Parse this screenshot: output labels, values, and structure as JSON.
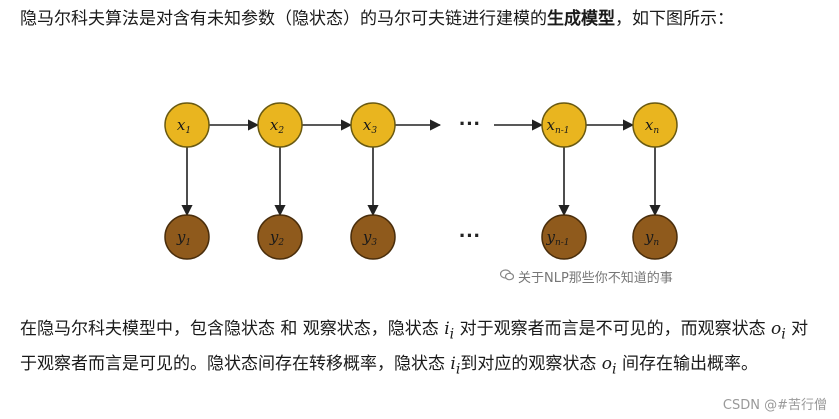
{
  "intro": {
    "before": "隐马尔科夫算法是对含有未知参数（隐状态）的马尔可夫链进行建模的",
    "bold": "生成模型",
    "after": "，如下图所示："
  },
  "diagram": {
    "hidden_nodes": [
      {
        "base": "x",
        "sub": "1"
      },
      {
        "base": "x",
        "sub": "2"
      },
      {
        "base": "x",
        "sub": "3"
      },
      {
        "base": "x",
        "sub": "n-1"
      },
      {
        "base": "x",
        "sub": "n"
      }
    ],
    "observed_nodes": [
      {
        "base": "y",
        "sub": "1"
      },
      {
        "base": "y",
        "sub": "2"
      },
      {
        "base": "y",
        "sub": "3"
      },
      {
        "base": "y",
        "sub": "n-1"
      },
      {
        "base": "y",
        "sub": "n"
      }
    ],
    "ellipsis": "···",
    "watermark": "关于NLP那些你不知道的事",
    "colors": {
      "hidden": "#e9b51f",
      "observed": "#8f5a1c"
    }
  },
  "body": {
    "s1": "在隐马尔科夫模型中，包含隐状态 和 观察状态，隐状态 ",
    "v1": "i",
    "v1_sub": "i",
    "s2": " 对于观察者而言是不可见的，而观察状态 ",
    "v2": "o",
    "v2_sub": "i",
    "s3": " 对于观察者而言是可见的。隐状态间存在转移概率，隐状态 ",
    "v3": "i",
    "v3_sub": "i",
    "s4": "到对应的观察状态 ",
    "v4": "o",
    "v4_sub": "i",
    "s5": " 间存在输出概率。"
  },
  "footer": "CSDN @#苦行僧"
}
